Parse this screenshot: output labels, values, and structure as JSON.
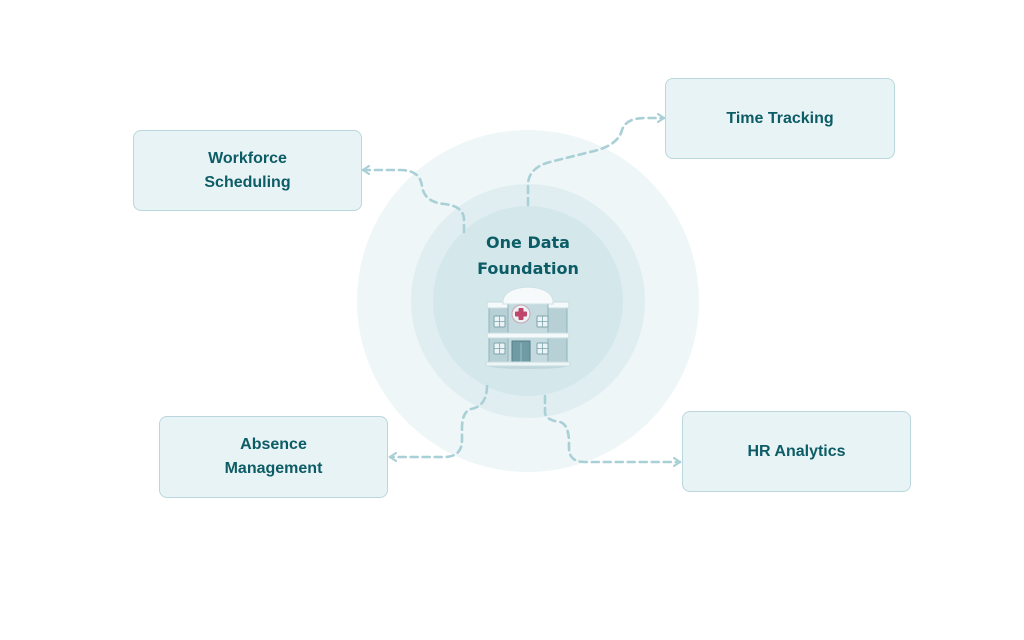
{
  "hub": {
    "title": "One Data\nFoundation",
    "icon": "hospital-icon"
  },
  "modules": {
    "time_tracking": "Time Tracking",
    "workforce_scheduling": "Workforce\nScheduling",
    "absence_management": "Absence\nManagement",
    "hr_analytics": "HR Analytics"
  },
  "colors": {
    "card_bg": "#e8f3f5",
    "card_border": "#b9d7dc",
    "text": "#0c5c66",
    "connector": "#a9d0d6",
    "ring_outer": "#eef6f7",
    "ring_middle": "#e1eef1",
    "ring_inner": "#d4e8ec"
  }
}
